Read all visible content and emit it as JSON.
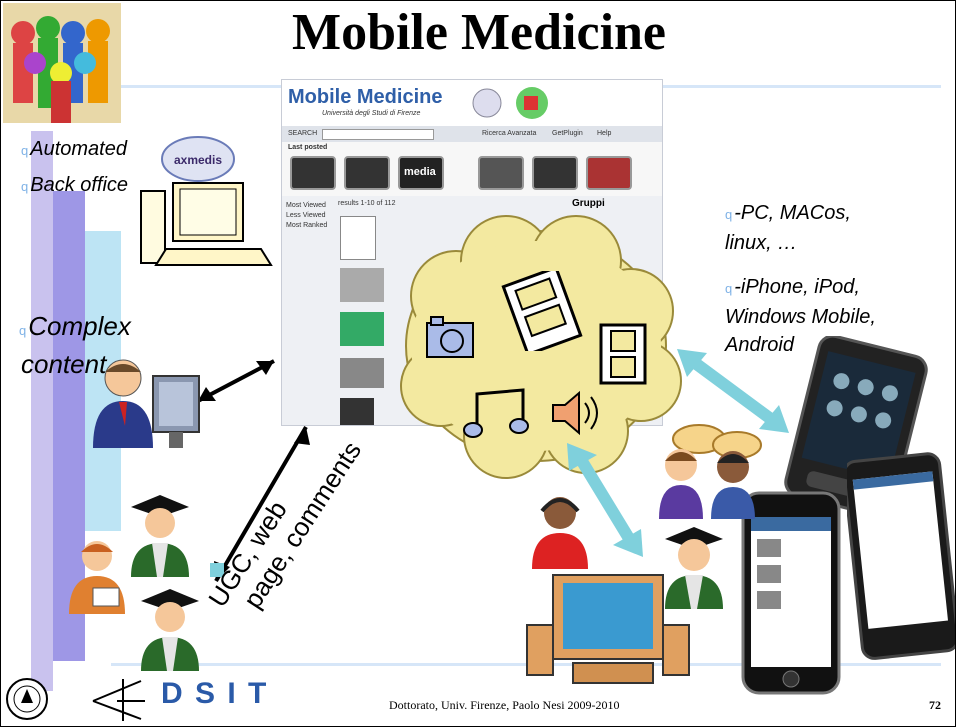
{
  "slide": {
    "title": "Mobile Medicine",
    "footer": "Dottorato, Univ. Firenze, Paolo Nesi 2009-2010",
    "page_number": "72"
  },
  "left_bullets": {
    "b1": "Automated",
    "b2": "Back office",
    "b3": "Complex",
    "b4": "content"
  },
  "right_bullets": {
    "r1_line1": "-PC, MACos,",
    "r1_line2": "linux, …",
    "r2_line1": "-iPhone, iPod,",
    "r2_line2": "Windows Mobile,",
    "r2_line3": "Android"
  },
  "diagonal_label": {
    "line1": "UGC, web",
    "line2": "page, comments"
  },
  "website": {
    "logo": "Mobile Medicine",
    "subtitle": "Università degli Studi di Firenze",
    "search_label": "SEARCH",
    "nav": [
      "Ricerca Avanzata",
      "GetPlugin",
      "Help"
    ],
    "last_posted": "Last posted",
    "sidebar": [
      "Most Viewed",
      "Less Viewed",
      "Most Ranked"
    ],
    "results": "results 1-10 of 112",
    "gruppi": "Gruppi",
    "media_word": "media"
  },
  "logos": {
    "axmedis": "axmedis",
    "dsit": "D S I T"
  },
  "colors": {
    "arrow_blue": "#7fd0dc",
    "bullet_marker": "#7fb2e6",
    "cloud_fill": "#f3e9a0"
  }
}
